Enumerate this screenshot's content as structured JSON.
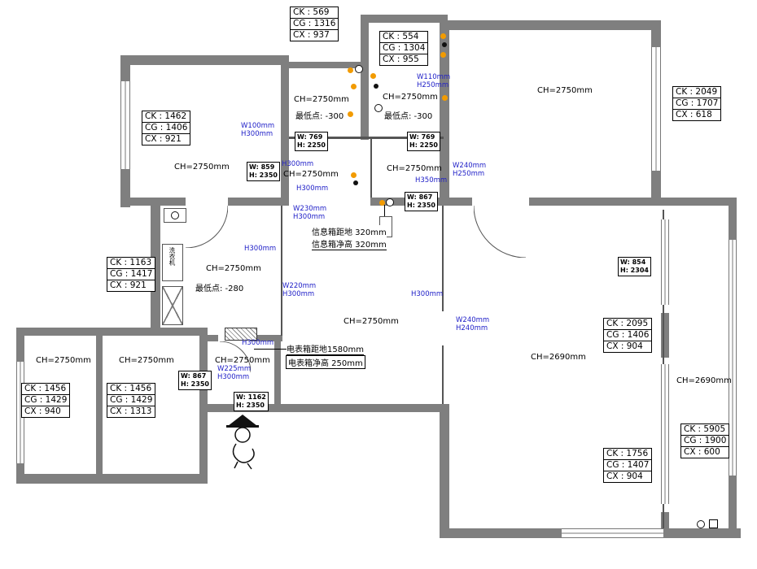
{
  "colors": {
    "wall_gray": "#7f7f7f",
    "blue_label": "#2121c8",
    "orange_marker": "#f29b00"
  },
  "measure_boxes": [
    {
      "lines": [
        "CK : 569",
        "CG : 1316",
        "CX : 937"
      ]
    },
    {
      "lines": [
        "CK : 554",
        "CG : 1304",
        "CX : 955"
      ]
    },
    {
      "lines": [
        "CK : 2049",
        "CG : 1707",
        "CX : 618"
      ]
    },
    {
      "lines": [
        "CK : 1462",
        "CG : 1406",
        "CX : 921"
      ]
    },
    {
      "lines": [
        "CK : 1163",
        "CG : 1417",
        "CX : 921"
      ]
    },
    {
      "lines": [
        "CK : 1456",
        "CG : 1429",
        "CX : 940"
      ]
    },
    {
      "lines": [
        "CK : 1456",
        "CG : 1429",
        "CX : 1313"
      ]
    },
    {
      "lines": [
        "CK : 2095",
        "CG : 1406",
        "CX : 904"
      ]
    },
    {
      "lines": [
        "CK : 5905",
        "CG : 1900",
        "CX : 600"
      ]
    },
    {
      "lines": [
        "CK : 1756",
        "CG : 1407",
        "CX : 904"
      ]
    }
  ],
  "ceiling_labels": [
    "CH=2750mm",
    "CH=2750mm",
    "CH=2750mm",
    "CH=2750mm",
    "CH=2750mm",
    "CH=2750mm",
    "CH=2750mm",
    "CH=2750mm",
    "CH=2750mm",
    "CH=2750mm",
    "CH=2750mm",
    "CH=2690mm",
    "CH=2690mm"
  ],
  "min_point_labels": [
    "最低点: -300",
    "最低点: -300",
    "最低点: -280"
  ],
  "blue_labels": [
    {
      "lines": [
        "W100mm",
        "H300mm"
      ]
    },
    {
      "lines": [
        "H300mm"
      ]
    },
    {
      "lines": [
        "H300mm"
      ]
    },
    {
      "lines": [
        "W110mm",
        "H250mm"
      ]
    },
    {
      "lines": [
        "W240mm",
        "H250mm"
      ]
    },
    {
      "lines": [
        "H350mm"
      ]
    },
    {
      "lines": [
        "W230mm",
        "H300mm"
      ]
    },
    {
      "lines": [
        "H300mm"
      ]
    },
    {
      "lines": [
        "W220mm",
        "H300mm"
      ]
    },
    {
      "lines": [
        "H300mm"
      ]
    },
    {
      "lines": [
        "W240mm",
        "H240mm"
      ]
    },
    {
      "lines": [
        "H300mm"
      ]
    },
    {
      "lines": [
        "W225mm",
        "H300mm"
      ]
    }
  ],
  "wh_boxes": [
    {
      "w": "W: 769",
      "h": "H: 2250"
    },
    {
      "w": "W: 769",
      "h": "H: 2250"
    },
    {
      "w": "W: 859",
      "h": "H: 2350"
    },
    {
      "w": "W: 867",
      "h": "H: 2350"
    },
    {
      "w": "W: 854",
      "h": "H: 2304"
    },
    {
      "w": "W: 867",
      "h": "H: 2350"
    },
    {
      "w": "W: 1162",
      "h": "H: 2350"
    }
  ],
  "notes": {
    "info_box_height": "信息箱距地 320mm",
    "info_box_clear": "信息箱净高 320mm",
    "meter_box_height": "电表箱距地1580mm",
    "meter_box_clear": "电表箱净高 250mm",
    "washer": "洗衣机"
  }
}
